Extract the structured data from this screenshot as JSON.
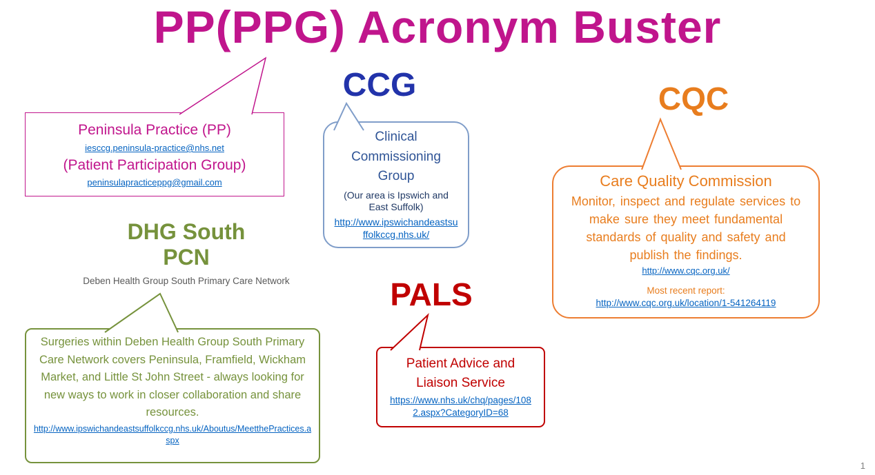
{
  "slide": {
    "title": "PP(PPG) Acronym Buster",
    "page_number": "1"
  },
  "pp": {
    "name": "Peninsula Practice (PP)",
    "email": "iesccg.peninsula-practice@nhs.net",
    "ppg_name": "(Patient Participation Group)",
    "ppg_email": "peninsulapracticeppg@gmail.com"
  },
  "ccg": {
    "acronym": "CCG",
    "full_name": "Clinical Commissioning Group",
    "area_note": "(Our area is Ipswich and East Suffolk)",
    "link": "http://www.ipswichandeastsuffolkccg.nhs.uk/"
  },
  "cqc": {
    "acronym": "CQC",
    "full_name": "Care Quality Commission",
    "description": "Monitor, inspect and regulate services to make sure they meet fundamental standards of quality and safety and publish the findings.",
    "link": "http://www.cqc.org.uk/",
    "report_label": "Most recent report:",
    "report_link": "http://www.cqc.org.uk/location/1-541264119"
  },
  "dhg": {
    "acronym": "DHG South PCN",
    "subtitle": "Deben Health Group South Primary Care Network",
    "description": "Surgeries within Deben Health Group South Primary Care Network covers Peninsula, Framfield, Wickham Market, and Little St John Street - always looking for new ways to work in closer collaboration and share resources.",
    "link": "http://www.ipswichandeastsuffolkccg.nhs.uk/Aboutus/MeetthePractices.aspx"
  },
  "pals": {
    "acronym": "PALS",
    "full_name": "Patient Advice and Liaison Service",
    "link": "https://www.nhs.uk/chq/pages/1082.aspx?CategoryID=68"
  },
  "colors": {
    "title": "#C0158C",
    "ccg_accent": "#2233AA",
    "cqc_accent": "#E87D1E",
    "dhg_accent": "#76923C",
    "pals_accent": "#C00000",
    "link": "#0563C1"
  }
}
